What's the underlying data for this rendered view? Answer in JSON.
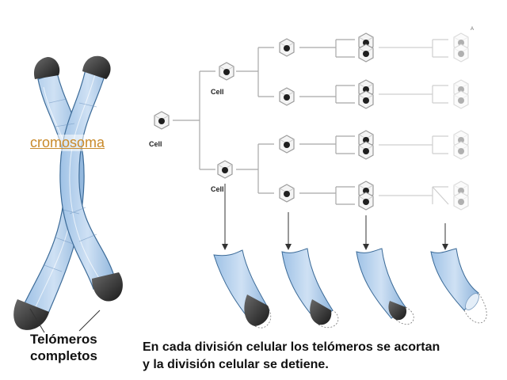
{
  "chromosome": {
    "link_label": "cromosoma",
    "telomeres_label_line1": "Telómeros",
    "telomeres_label_line2": "completos"
  },
  "tree": {
    "root_label": "Cell",
    "level1_labels": [
      "Cell",
      "Cell"
    ]
  },
  "caption": {
    "line1": "En cada división celular los telómeros se acortan",
    "line2": "y la división celular se detiene."
  },
  "stray_mark": "A"
}
